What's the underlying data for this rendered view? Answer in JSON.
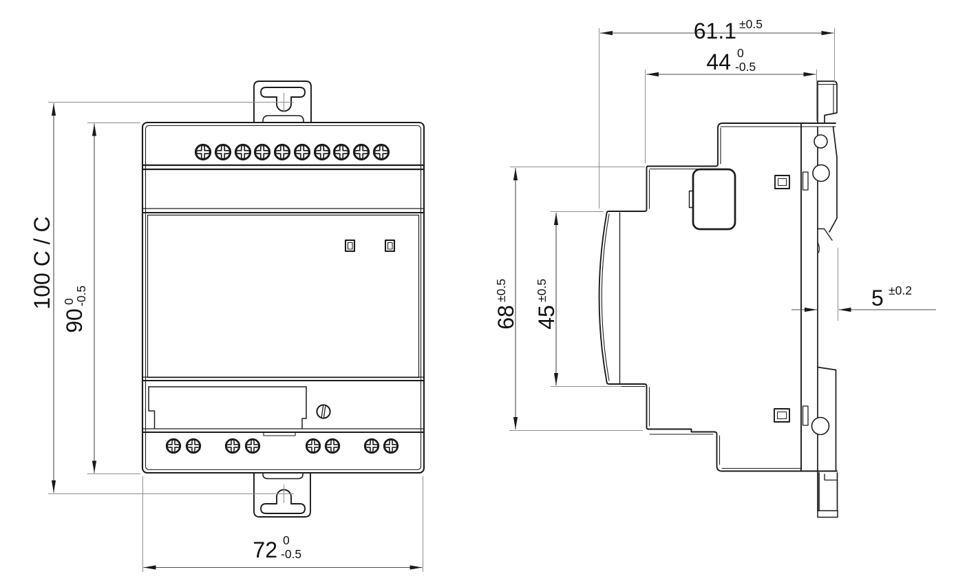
{
  "drawing": {
    "colors": {
      "outline": "#1a1a1a",
      "dim_line": "#4a4a4a",
      "ext_line": "#8d8d8d",
      "background": "#ffffff"
    },
    "front_view": {
      "dim_mounting_centers": {
        "value": "100 C / C"
      },
      "dim_height": {
        "value": "90",
        "tol_top": "0",
        "tol_bottom": "-0.5"
      },
      "dim_width": {
        "value": "72",
        "tol_top": "0",
        "tol_bottom": "-0.5"
      }
    },
    "side_view": {
      "dim_depth_total": {
        "value": "61.1",
        "tol": "±0.5"
      },
      "dim_depth_to_rail": {
        "value": "44",
        "tol_top": "0",
        "tol_bottom": "-0.5"
      },
      "dim_height_rear": {
        "value": "68",
        "tol": "±0.5"
      },
      "dim_height_front": {
        "value": "45",
        "tol": "±0.5"
      },
      "dim_rail_clip": {
        "value": "5",
        "tol": "±0.2"
      }
    }
  }
}
